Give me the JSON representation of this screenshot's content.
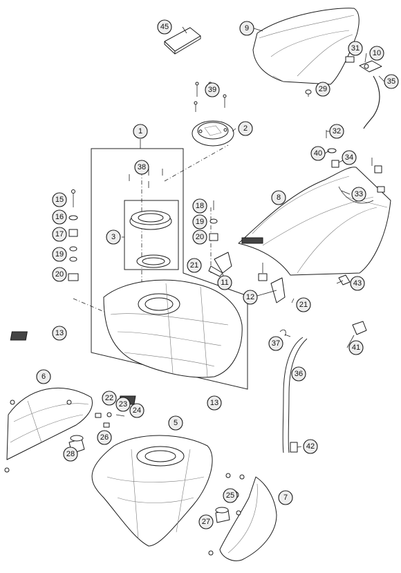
{
  "diagram": {
    "callouts": [
      {
        "id": "c1",
        "label": "1"
      },
      {
        "id": "c2",
        "label": "2"
      },
      {
        "id": "c3",
        "label": "3"
      },
      {
        "id": "c5",
        "label": "5"
      },
      {
        "id": "c6",
        "label": "6"
      },
      {
        "id": "c7",
        "label": "7"
      },
      {
        "id": "c8",
        "label": "8"
      },
      {
        "id": "c9",
        "label": "9"
      },
      {
        "id": "c10",
        "label": "10"
      },
      {
        "id": "c11",
        "label": "11"
      },
      {
        "id": "c12",
        "label": "12"
      },
      {
        "id": "c13a",
        "label": "13"
      },
      {
        "id": "c13b",
        "label": "13"
      },
      {
        "id": "c15",
        "label": "15"
      },
      {
        "id": "c16",
        "label": "16"
      },
      {
        "id": "c17",
        "label": "17"
      },
      {
        "id": "c18",
        "label": "18"
      },
      {
        "id": "c19a",
        "label": "19"
      },
      {
        "id": "c19b",
        "label": "19"
      },
      {
        "id": "c20a",
        "label": "20"
      },
      {
        "id": "c20b",
        "label": "20"
      },
      {
        "id": "c21a",
        "label": "21"
      },
      {
        "id": "c21b",
        "label": "21"
      },
      {
        "id": "c22",
        "label": "22"
      },
      {
        "id": "c23",
        "label": "23"
      },
      {
        "id": "c24",
        "label": "24"
      },
      {
        "id": "c25",
        "label": "25"
      },
      {
        "id": "c26",
        "label": "26"
      },
      {
        "id": "c27",
        "label": "27"
      },
      {
        "id": "c28",
        "label": "28"
      },
      {
        "id": "c29",
        "label": "29"
      },
      {
        "id": "c31",
        "label": "31"
      },
      {
        "id": "c32",
        "label": "32"
      },
      {
        "id": "c33",
        "label": "33"
      },
      {
        "id": "c34",
        "label": "34"
      },
      {
        "id": "c35",
        "label": "35"
      },
      {
        "id": "c36",
        "label": "36"
      },
      {
        "id": "c37",
        "label": "37"
      },
      {
        "id": "c38",
        "label": "38"
      },
      {
        "id": "c39",
        "label": "39"
      },
      {
        "id": "c40",
        "label": "40"
      },
      {
        "id": "c41",
        "label": "41"
      },
      {
        "id": "c42",
        "label": "42"
      },
      {
        "id": "c43",
        "label": "43"
      },
      {
        "id": "c45",
        "label": "45"
      }
    ]
  }
}
